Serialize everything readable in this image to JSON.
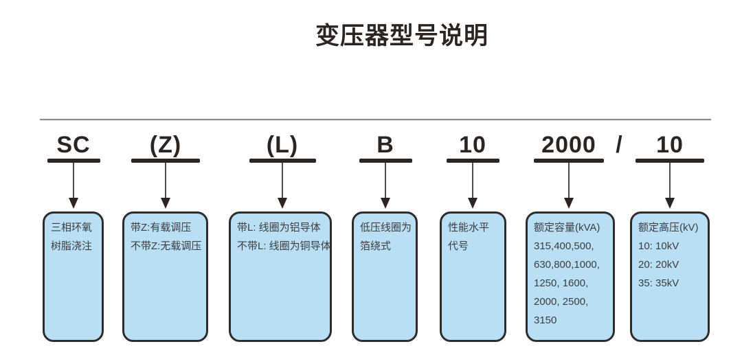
{
  "title": "变压器型号说明",
  "model_code": {
    "separator": "/",
    "segments": [
      {
        "code": "SC",
        "description_lines": [
          "三相环氧",
          "树脂浇注"
        ]
      },
      {
        "code": "(Z)",
        "description_lines": [
          "带Z:有载调压",
          "不带Z:无载调压"
        ]
      },
      {
        "code": "(L)",
        "description_lines": [
          "带L: 线圈为铝导体",
          "不带L: 线圈为铜导体"
        ]
      },
      {
        "code": "B",
        "description_lines": [
          "低压线圈为",
          "箔绕式"
        ]
      },
      {
        "code": "10",
        "description_lines": [
          "性能水平",
          "代号"
        ]
      },
      {
        "code": "2000",
        "description_lines": [
          "额定容量(kVA)",
          "315,400,500,",
          "630,800,1000,",
          "1250, 1600,",
          "2000, 2500,",
          "3150"
        ]
      },
      {
        "code": "10",
        "description_lines": [
          "额定高压(kV)",
          "10: 10kV",
          "20: 20kV",
          "35: 35kV"
        ]
      }
    ]
  },
  "colors": {
    "background": "#ffffff",
    "ink": "#2b2420",
    "box_fill": "#b9dff5",
    "box_border": "#2f2b28",
    "box_text": "#3d3d3d",
    "rule_line": "#8d8d8d",
    "arrow_stem": "#4c4c4c"
  }
}
